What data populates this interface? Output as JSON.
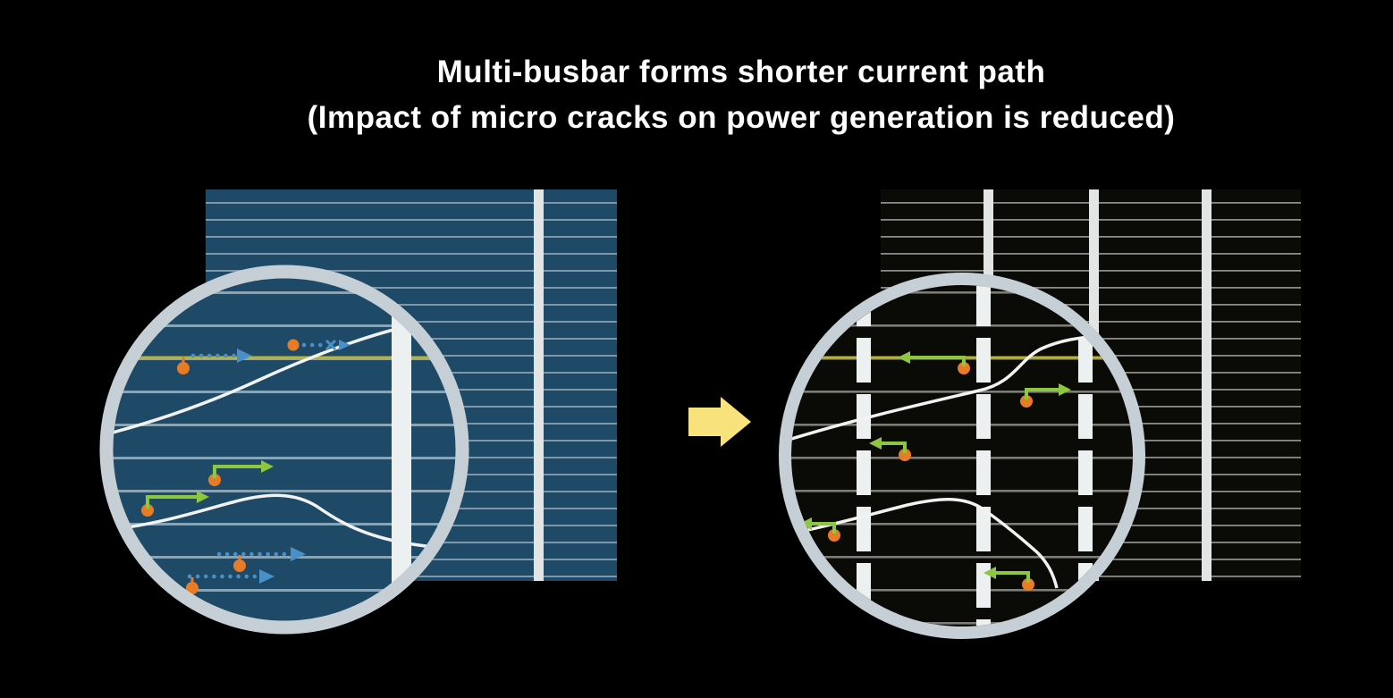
{
  "title": {
    "line1": "Multi-busbar forms shorter current path",
    "line2": "(Impact of micro cracks on power generation is reduced)"
  },
  "colors": {
    "background": "#000000",
    "title_text": "#ffffff",
    "cell_blue": "#1e4a67",
    "finger_blue": "#7e98a9",
    "finger_blue_zoom": "#8aa4b4",
    "cell_black": "#0a0a07",
    "finger_gray": "#8b8b85",
    "finger_gray_zoom": "#7d7d76",
    "busbar_light": "#e3e5e4",
    "busbar_zoom": "#edf0f1",
    "magnifier_ring": "#c6cfd6",
    "crack_white": "#f2f2f2",
    "highlight_finger_yellow": "#b9b535",
    "electron_orange": "#e87c26",
    "short_path_green": "#8dc63f",
    "long_path_blue": "#4a90c8",
    "transition_arrow_yellow": "#f8e27c"
  },
  "icons": {
    "transition_arrow": "right-block-arrow",
    "blocked_path": "dotted-arrow-with-x",
    "short_path": "green-elbow-arrow",
    "electron": "orange-dot"
  }
}
